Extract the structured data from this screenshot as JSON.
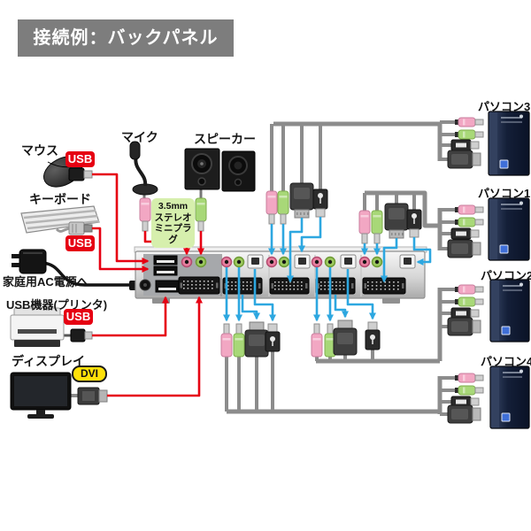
{
  "title": "接続例：バックパネル",
  "badges": {
    "usb": "USB",
    "dvi": "DVI"
  },
  "devices": {
    "mouse": "マウス",
    "keyboard": "キーボード",
    "mic": "マイク",
    "speaker": "スピーカー",
    "ac_power": "家庭用AC電源へ",
    "usb_device": "USB機器(プリンタ)",
    "display": "ディスプレイ"
  },
  "plug_note": {
    "line1": "3.5mm",
    "line2": "ステレオ",
    "line3": "ミニプラグ"
  },
  "computers": [
    {
      "label": "パソコン3"
    },
    {
      "label": "パソコン1"
    },
    {
      "label": "パソコン2"
    },
    {
      "label": "パソコン4"
    }
  ],
  "colors": {
    "accent_red": "#e60012",
    "cable_blue": "#2da7e0",
    "cable_gray": "#8c8c8c",
    "badge_yellow": "#ffe10a",
    "note_green": "#d6efad",
    "title_gray": "#7d7d7d",
    "plug_pink": "#f2a7c3",
    "plug_green": "#a8d878"
  }
}
